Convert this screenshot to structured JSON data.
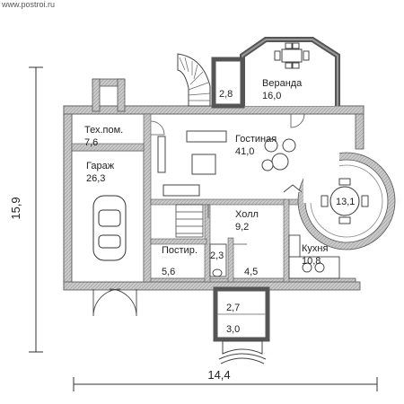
{
  "watermark": "www.postroi.ru",
  "dimensions": {
    "width": "14,4",
    "height": "15,9"
  },
  "rooms": [
    {
      "id": "veranda",
      "name": "Веранда",
      "area": "16,0"
    },
    {
      "id": "stair-top",
      "name": "",
      "area": "2,8"
    },
    {
      "id": "tech",
      "name": "Тех.пом.",
      "area": "7,6"
    },
    {
      "id": "living",
      "name": "Гостиная",
      "area": "41,0"
    },
    {
      "id": "garage",
      "name": "Гараж",
      "area": "26,3"
    },
    {
      "id": "dining",
      "name": "",
      "area": "13,1"
    },
    {
      "id": "hall",
      "name": "Холл",
      "area": "9,2"
    },
    {
      "id": "kitchen",
      "name": "Кухня",
      "area": "10,8"
    },
    {
      "id": "laundry",
      "name": "Постир.",
      "area": "5,6"
    },
    {
      "id": "wc",
      "name": "",
      "area": "2,3"
    },
    {
      "id": "corridor",
      "name": "",
      "area": "4,5"
    },
    {
      "id": "vestibule",
      "name": "",
      "area": "2,7"
    },
    {
      "id": "porch",
      "name": "",
      "area": "3,0"
    }
  ]
}
